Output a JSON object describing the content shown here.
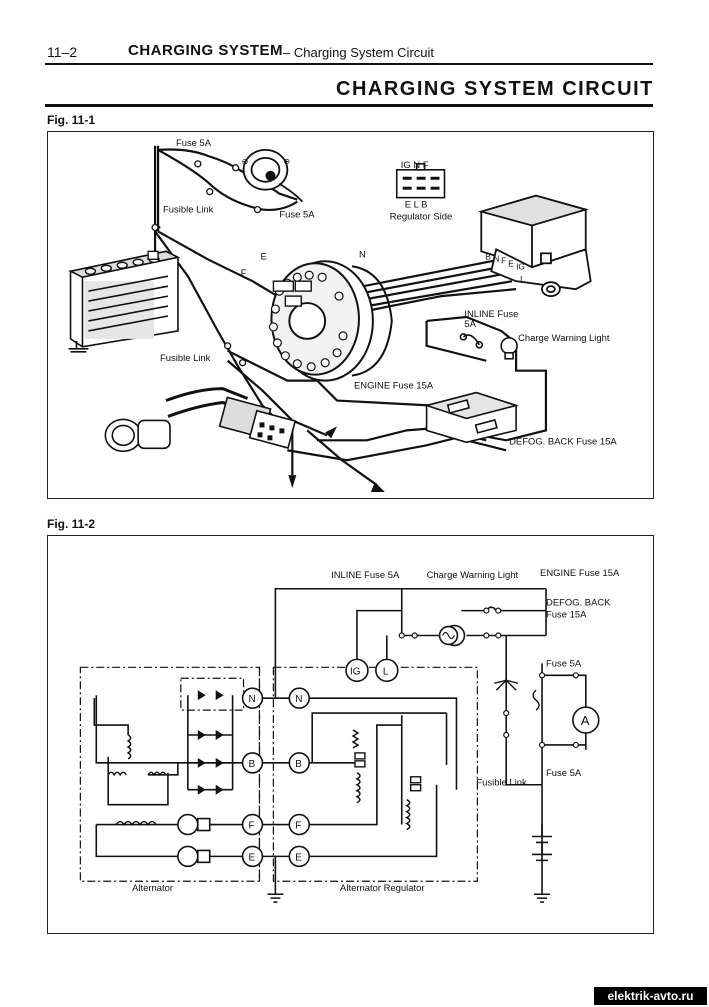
{
  "header": {
    "page_number": "11–2",
    "section": "CHARGING SYSTEM",
    "subtitle": "– Charging System Circuit"
  },
  "title": "CHARGING SYSTEM CIRCUIT",
  "fig1": {
    "label": "Fig. 11-1",
    "labels": {
      "fuse_5a_top": "Fuse 5A",
      "fuse_5a_mid": "Fuse 5A",
      "fusible_link_top": "Fusible Link",
      "fusible_link_bottom": "Fusible Link",
      "connector_top": "IG N F",
      "connector_bottom": "E L B",
      "regulator_side": "Regulator Side",
      "term_e": "E",
      "term_n": "N",
      "term_f": "F",
      "reg_b": "B",
      "reg_n": "N",
      "reg_f": "F",
      "reg_e": "E",
      "reg_ig": "IG",
      "reg_l": "L",
      "inline_fuse": "INLINE Fuse",
      "inline_fuse_value": "5A",
      "charge_warning_light": "Charge Warning Light",
      "engine_fuse": "ENGINE Fuse 15A",
      "defog_fuse": "DEFOG. BACK Fuse 15A"
    }
  },
  "fig2": {
    "label": "Fig. 11-2",
    "labels": {
      "inline_fuse": "INLINE Fuse 5A",
      "charge_warning_light": "Charge Warning Light",
      "engine_fuse": "ENGINE Fuse 15A",
      "defog_back": "DEFOG. BACK",
      "defog_fuse": "Fuse 15A",
      "fuse_5a_top": "Fuse 5A",
      "fuse_5a_bottom": "Fuse 5A",
      "fusible_link": "Fusible Link",
      "alternator": "Alternator",
      "alternator_regulator": "Alternator Regulator",
      "term_n1": "N",
      "term_n2": "N",
      "term_b1": "B",
      "term_b2": "B",
      "term_f1": "F",
      "term_f2": "F",
      "term_e1": "E",
      "term_e2": "E",
      "term_ig": "IG",
      "term_l": "L",
      "ammeter": "A"
    }
  },
  "watermark": "elektrik-avto.ru"
}
